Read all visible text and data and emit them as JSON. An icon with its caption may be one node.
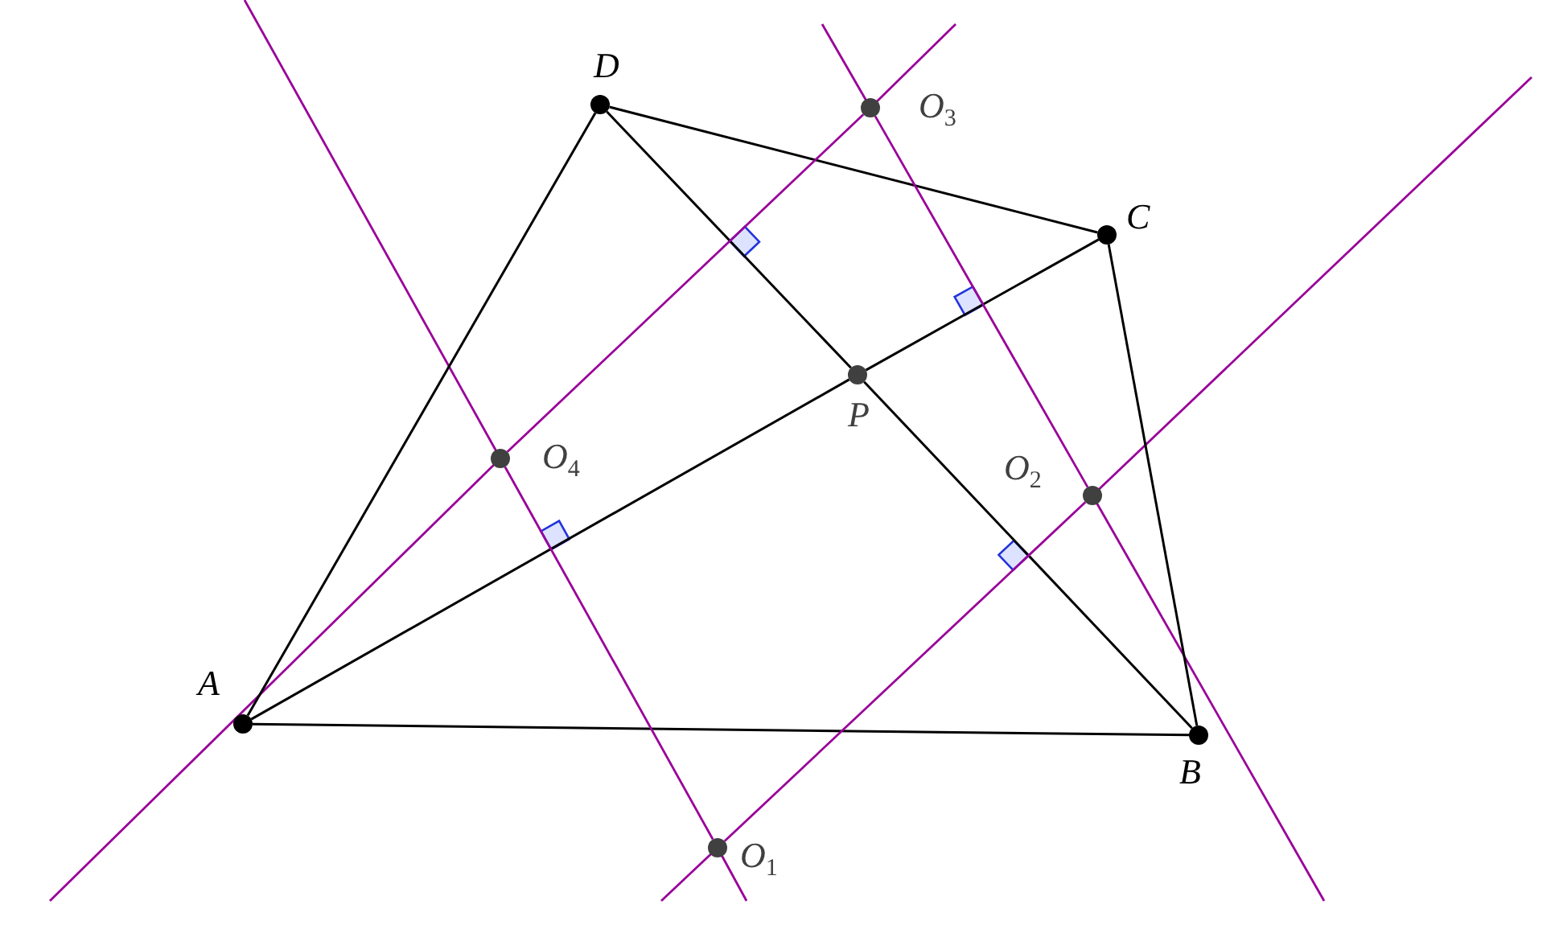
{
  "diagram": {
    "nodes": [
      {
        "text": [
          "A"
        ]
      },
      {
        "text": [
          "B"
        ]
      },
      {
        "text": [
          "C"
        ]
      },
      {
        "text": [
          "D"
        ]
      },
      {
        "text": [
          "P"
        ]
      },
      {
        "text": [
          "O$_{1}$"
        ]
      },
      {
        "text": [
          "O$_{2}$"
        ]
      },
      {
        "text": [
          "O$_{3}$"
        ]
      },
      {
        "text": [
          "O$_{4}$"
        ]
      }
    ],
    "edges": [
      {
        "from": 0,
        "to": 1,
        "arrow": "none"
      },
      {
        "from": 1,
        "to": 2,
        "arrow": "none"
      },
      {
        "from": 2,
        "to": 3,
        "arrow": "none"
      },
      {
        "from": 3,
        "to": 0,
        "arrow": "none"
      },
      {
        "from": 0,
        "to": 4,
        "arrow": "none"
      },
      {
        "from": 4,
        "to": 2,
        "arrow": "none"
      },
      {
        "from": 3,
        "to": 4,
        "arrow": "none"
      },
      {
        "from": 4,
        "to": 1,
        "arrow": "none"
      },
      {
        "from": 8,
        "to": 7,
        "arrow": "none",
        "color": "#990099"
      },
      {
        "from": 5,
        "to": 6,
        "arrow": "none",
        "color": "#990099"
      },
      {
        "from": 8,
        "to": 5,
        "arrow": "none",
        "color": "#990099"
      },
      {
        "from": 7,
        "to": 6,
        "arrow": "none",
        "color": "#990099"
      }
    ]
  }
}
